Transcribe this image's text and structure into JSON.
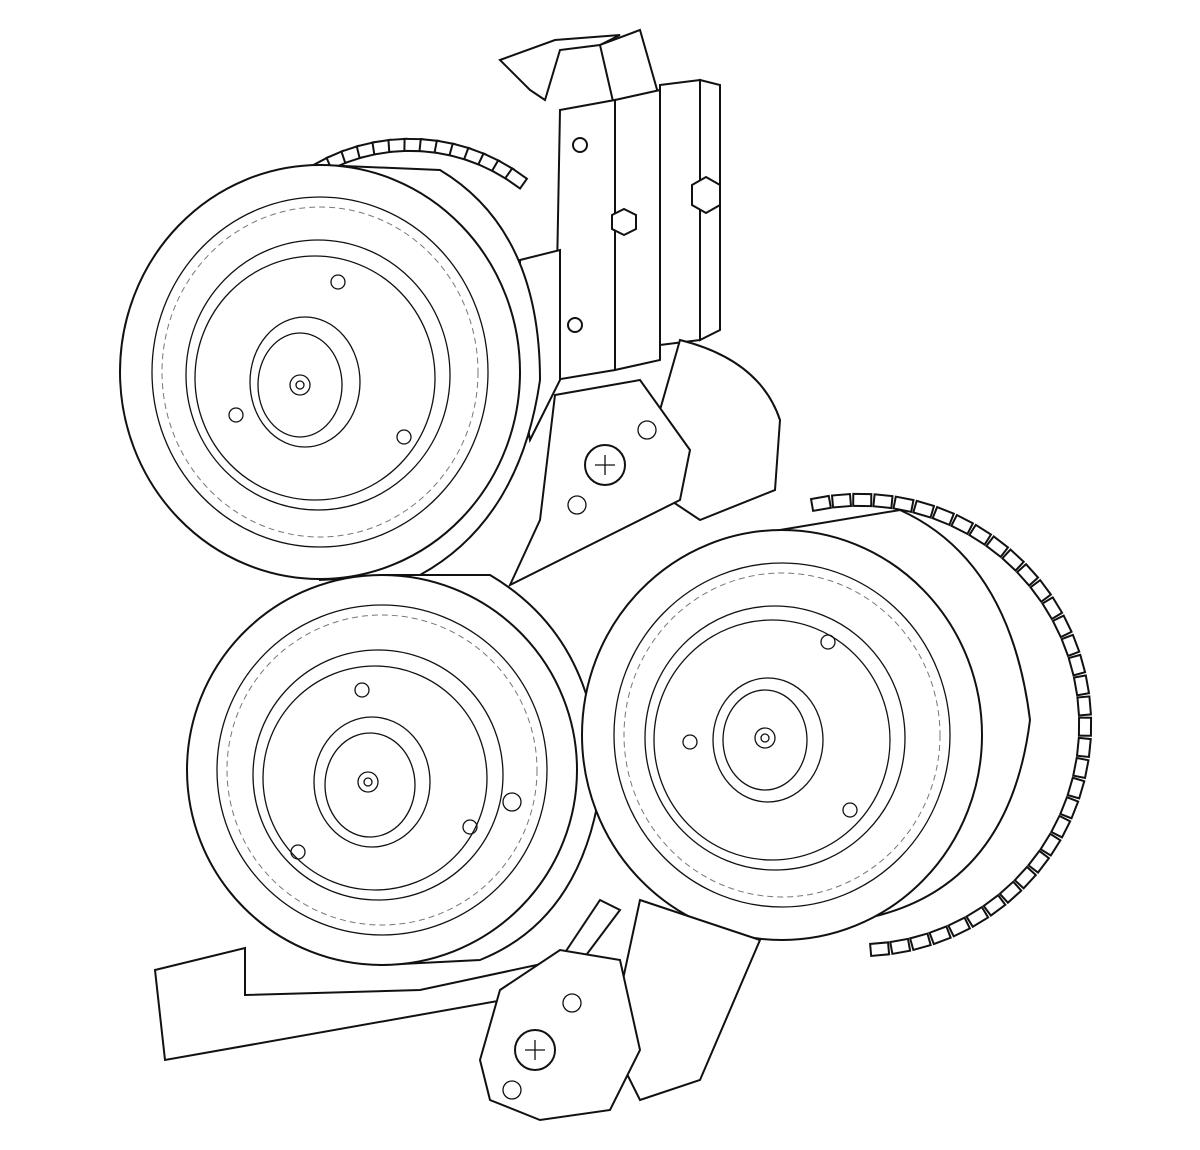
{
  "drawing": {
    "line_color": "#111111",
    "background": "#ffffff",
    "rollers": [
      "top-left",
      "bottom-left",
      "right"
    ],
    "screw_heads": [
      "upper-clamp",
      "lower-clamp"
    ]
  }
}
